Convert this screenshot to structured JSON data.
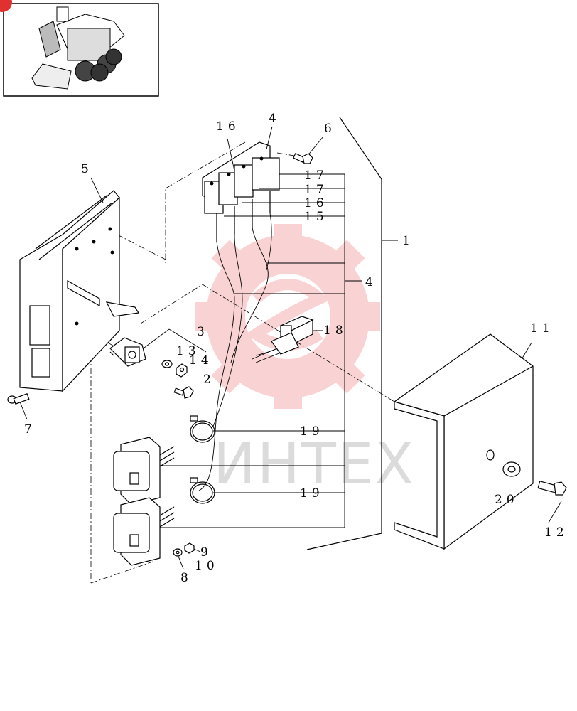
{
  "watermark": {
    "text": "ИНТЕХ",
    "color": "#e8383d"
  },
  "thumbnail": {
    "icon": "skid-steer-loader-icon"
  },
  "callouts": {
    "c1": "1",
    "c2": "2",
    "c3": "3",
    "c4a": "4",
    "c4b": "4",
    "c5": "5",
    "c6": "6",
    "c7": "7",
    "c8": "8",
    "c9": "9",
    "c10": "10",
    "c11": "11",
    "c12": "12",
    "c13": "13",
    "c14": "14",
    "c15": "15",
    "c16a": "16",
    "c16b": "16",
    "c17a": "17",
    "c17b": "17",
    "c18": "18",
    "c19a": "19",
    "c19b": "19",
    "c20": "20"
  }
}
